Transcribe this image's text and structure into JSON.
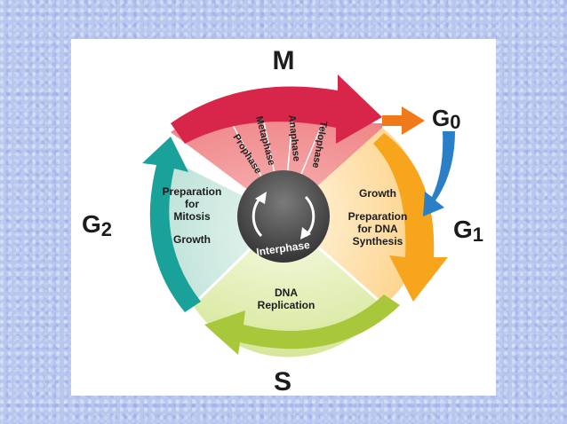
{
  "phases": {
    "M": "M",
    "G0": "G",
    "G0_sub": "0",
    "G1": "G",
    "G1_sub": "1",
    "G2": "G",
    "G2_sub": "2",
    "S": "S"
  },
  "mitosis": [
    "Prophase",
    "Metaphase",
    "Anaphase",
    "Telophase"
  ],
  "g2_text": {
    "line1": "Preparation",
    "line2": "for",
    "line3": "Mitosis",
    "line4": "Growth"
  },
  "g1_text": {
    "line1": "Growth",
    "line2": "Preparation",
    "line3": "for DNA",
    "line4": "Synthesis"
  },
  "s_text": {
    "line1": "DNA",
    "line2": "Replication"
  },
  "center": "Interphase",
  "colors": {
    "mitosis_arrow": "#d8264a",
    "g0_arrow": "#f07a1a",
    "g1_arrow": "#f7a51c",
    "g1_down_arrow": "#2a7fc6",
    "s_arrow": "#a9c73a",
    "g2_arrow": "#1aa199",
    "center": "#4a4a4a"
  }
}
